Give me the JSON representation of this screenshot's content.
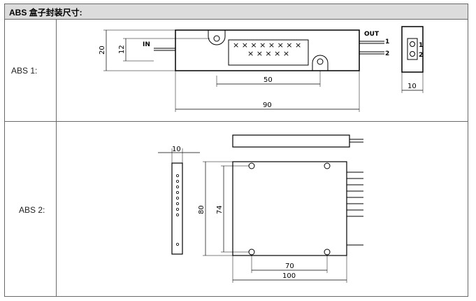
{
  "header": {
    "title": "ABS 盒子封装尺寸:"
  },
  "rows": [
    {
      "label": "ABS 1:",
      "drawing": {
        "in_label": "IN",
        "out_label": "OUT",
        "port_1": "1",
        "port_2": "2",
        "dim_height": "20",
        "dim_inner_height": "12",
        "dim_window": "50",
        "dim_length": "90",
        "dim_width": "10"
      }
    },
    {
      "label": "ABS 2:",
      "drawing": {
        "dim_width": "10",
        "dim_height": "80",
        "dim_inner_height": "74",
        "dim_hole_spacing": "70",
        "dim_length": "100"
      }
    }
  ]
}
